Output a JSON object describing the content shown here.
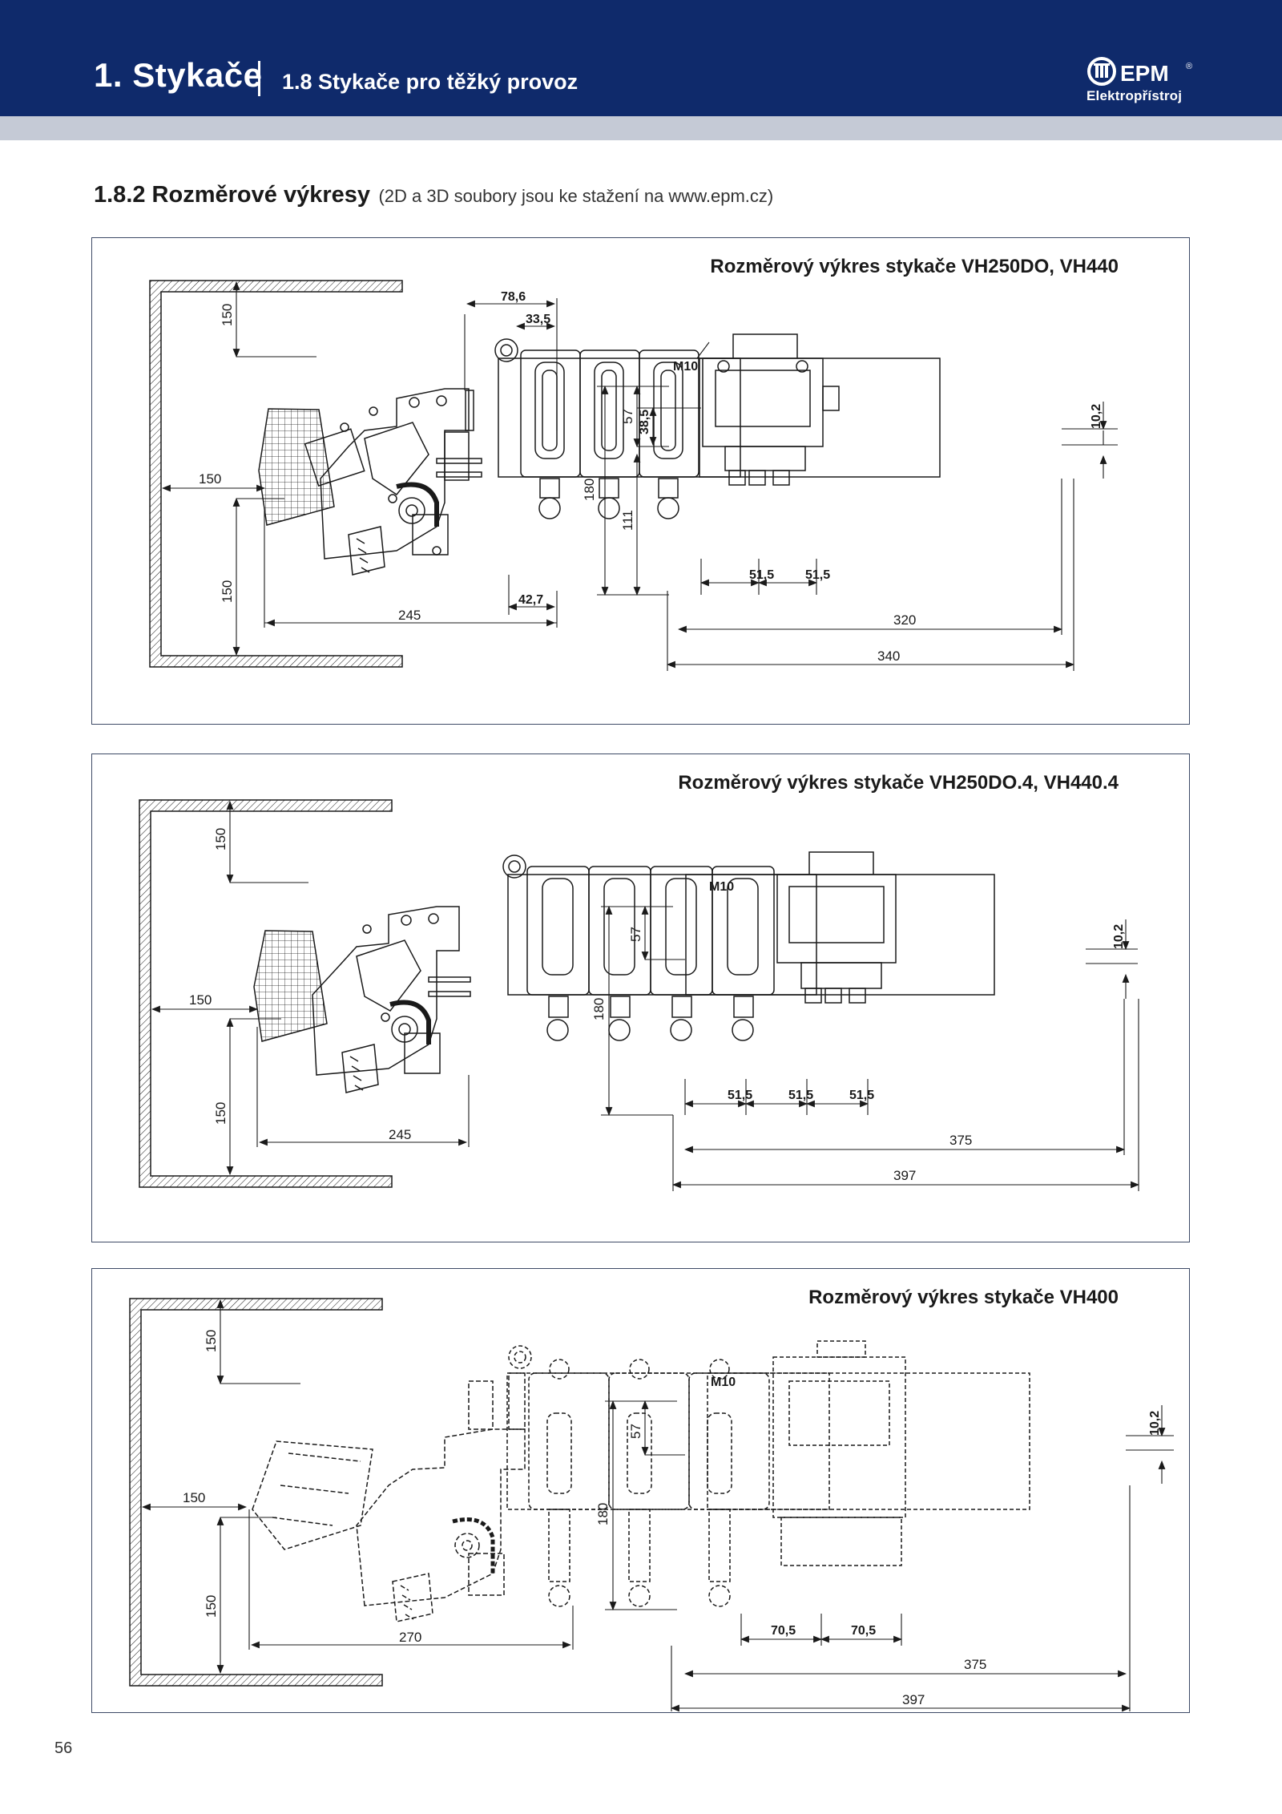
{
  "header": {
    "chapter_title": "1. Stykače",
    "subtitle": "1.8 Stykače pro těžký provoz",
    "logo_brand": "EPM",
    "logo_name": "Elektropřístroj",
    "logo_mark": "®"
  },
  "section": {
    "heading": "1.8.2 Rozměrové výkresy",
    "note": "(2D a 3D soubory jsou ke stažení na www.epm.cz)"
  },
  "drawings": [
    {
      "title": "Rozměrový výkres stykače VH250DO, VH440",
      "dims": {
        "clear_top": "150",
        "clear_side": "150",
        "clear_bottom": "150",
        "depth": "245",
        "top_a": "78,6",
        "top_b": "33,5",
        "bottom_c": "42,7",
        "thread": "M10",
        "h_total": "180",
        "h_a": "57",
        "h_b": "38,5",
        "h_c": "111",
        "shaft": "10,2",
        "pitch1": "51,5",
        "pitch2": "51,5",
        "w_inner": "320",
        "w_total": "340"
      }
    },
    {
      "title": "Rozměrový výkres stykače VH250DO.4, VH440.4",
      "dims": {
        "clear_top": "150",
        "clear_side": "150",
        "clear_bottom": "150",
        "depth": "245",
        "thread": "M10",
        "h_total": "180",
        "h_a": "57",
        "shaft": "10,2",
        "pitch1": "51,5",
        "pitch2": "51,5",
        "pitch3": "51,5",
        "w_inner": "375",
        "w_total": "397"
      }
    },
    {
      "title": "Rozměrový výkres stykače VH400",
      "dims": {
        "clear_top": "150",
        "clear_side": "150",
        "clear_bottom": "150",
        "depth": "270",
        "thread": "M10",
        "h_total": "180",
        "h_a": "57",
        "shaft": "10,2",
        "pitch1": "70,5",
        "pitch2": "70,5",
        "w_inner": "375",
        "w_total": "397"
      }
    }
  ],
  "page": {
    "number": "56"
  },
  "colors": {
    "header": "#0f2a6b",
    "band": "#c5cad6",
    "line": "#1a1a1a"
  }
}
